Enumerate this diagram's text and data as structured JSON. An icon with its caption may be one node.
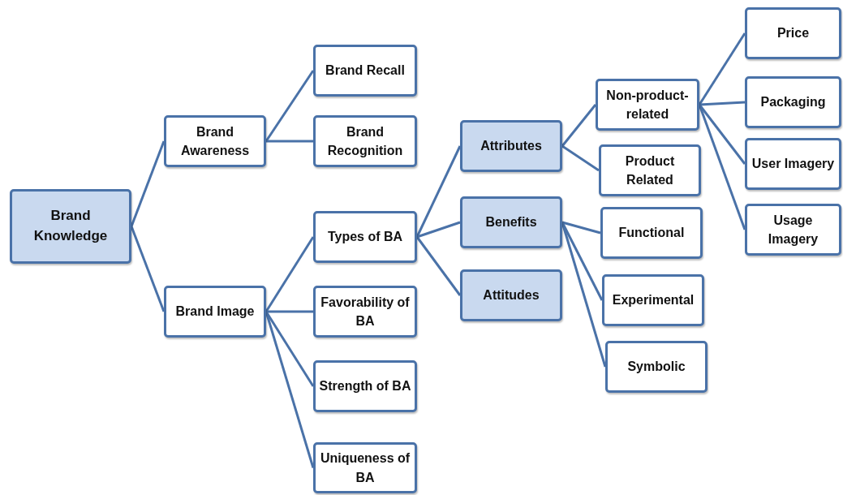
{
  "diagram": {
    "nodes": [
      {
        "text": [
          "Brand Knowledge"
        ]
      },
      {
        "text": [
          "Brand Awareness"
        ]
      },
      {
        "text": [
          "Brand Image"
        ]
      },
      {
        "text": [
          "Brand Recall"
        ]
      },
      {
        "text": [
          "Brand Recognition"
        ]
      },
      {
        "text": [
          "Types of BA"
        ]
      },
      {
        "text": [
          "Favorability of BA"
        ]
      },
      {
        "text": [
          "Strength of BA"
        ]
      },
      {
        "text": [
          "Uniqueness of BA"
        ]
      },
      {
        "text": [
          "Attributes"
        ]
      },
      {
        "text": [
          "Benefits"
        ]
      },
      {
        "text": [
          "Attitudes"
        ]
      },
      {
        "text": [
          "Non-product-related"
        ]
      },
      {
        "text": [
          "Product Related"
        ]
      },
      {
        "text": [
          "Functional"
        ]
      },
      {
        "text": [
          "Experimental"
        ]
      },
      {
        "text": [
          "Symbolic"
        ]
      },
      {
        "text": [
          "Price"
        ]
      },
      {
        "text": [
          "Packaging"
        ]
      },
      {
        "text": [
          "User Imagery"
        ]
      },
      {
        "text": [
          "Usage Imagery"
        ]
      }
    ],
    "edges": [
      {
        "from": 0,
        "to": 1,
        "arrow": "none"
      },
      {
        "from": 0,
        "to": 2,
        "arrow": "none"
      },
      {
        "from": 1,
        "to": 3,
        "arrow": "none"
      },
      {
        "from": 1,
        "to": 4,
        "arrow": "none"
      },
      {
        "from": 2,
        "to": 5,
        "arrow": "none"
      },
      {
        "from": 2,
        "to": 6,
        "arrow": "none"
      },
      {
        "from": 2,
        "to": 7,
        "arrow": "none"
      },
      {
        "from": 2,
        "to": 8,
        "arrow": "none"
      },
      {
        "from": 5,
        "to": 9,
        "arrow": "none"
      },
      {
        "from": 5,
        "to": 10,
        "arrow": "none"
      },
      {
        "from": 5,
        "to": 11,
        "arrow": "none"
      },
      {
        "from": 9,
        "to": 12,
        "arrow": "none"
      },
      {
        "from": 9,
        "to": 13,
        "arrow": "none"
      },
      {
        "from": 10,
        "to": 14,
        "arrow": "none"
      },
      {
        "from": 10,
        "to": 15,
        "arrow": "none"
      },
      {
        "from": 10,
        "to": 16,
        "arrow": "none"
      },
      {
        "from": 12,
        "to": 17,
        "arrow": "none"
      },
      {
        "from": 12,
        "to": 18,
        "arrow": "none"
      },
      {
        "from": 12,
        "to": 19,
        "arrow": "none"
      },
      {
        "from": 12,
        "to": 20,
        "arrow": "none"
      }
    ]
  }
}
